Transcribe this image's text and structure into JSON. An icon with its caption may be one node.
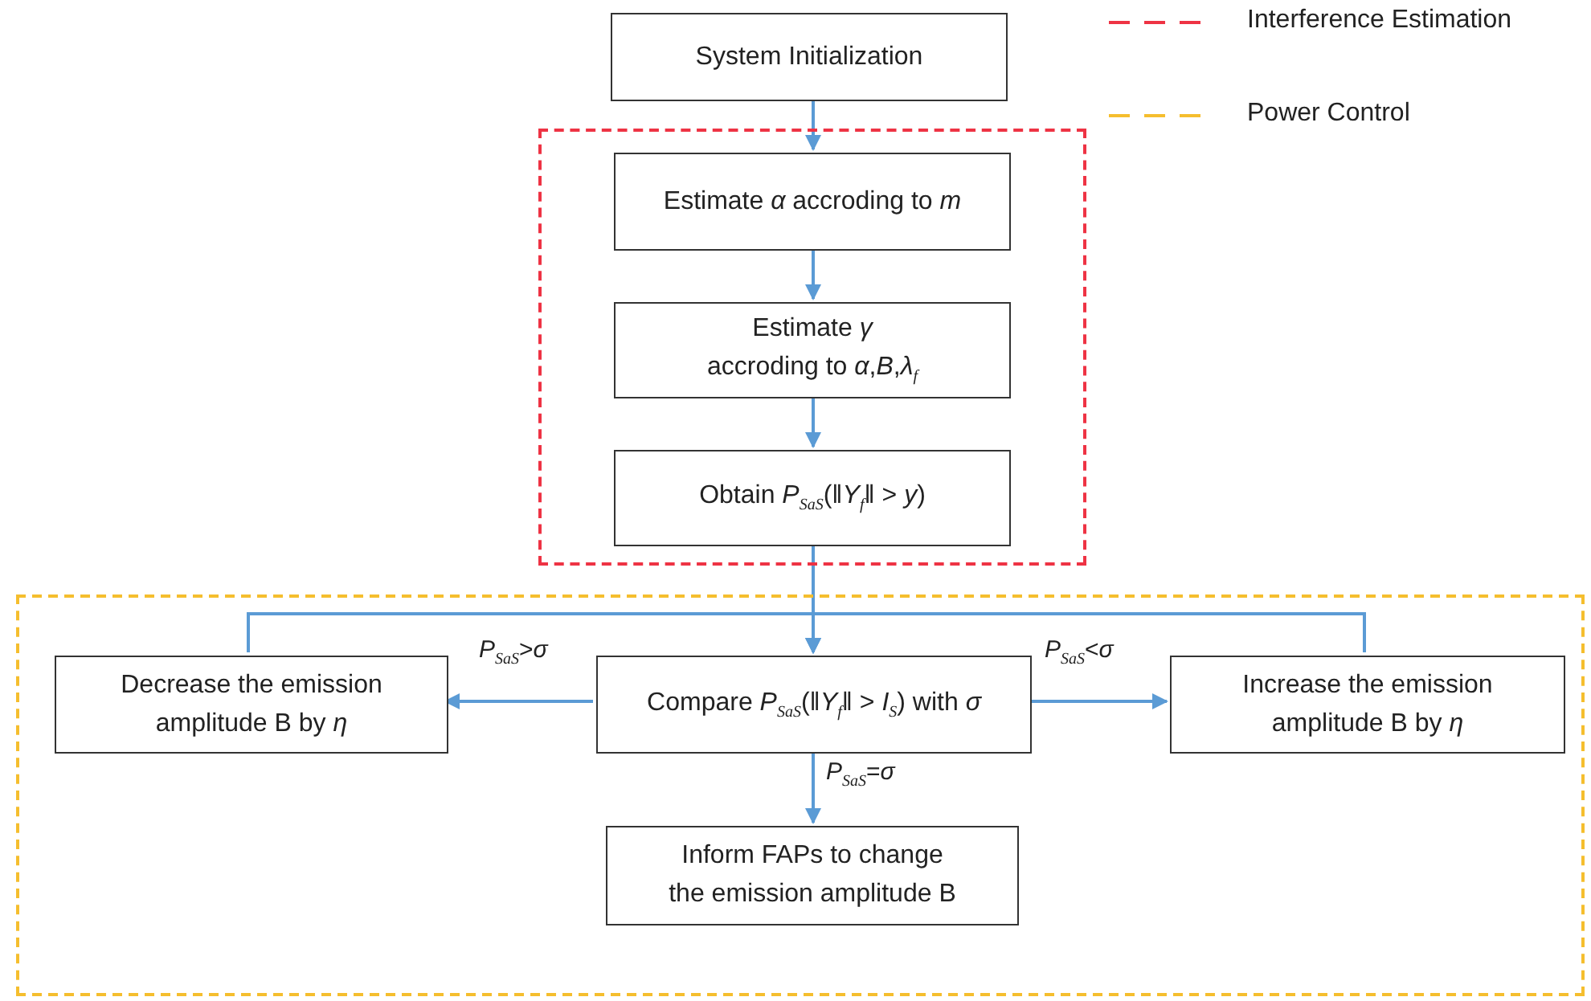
{
  "diagram": {
    "nodes": [
      {
        "text": [
          "System Initialization"
        ]
      },
      {
        "text": [],
        "shape": "box"
      },
      {
        "text": [
          "Estimate *α* accroding to *m*"
        ],
        "in": 1
      },
      {
        "text": [
          "Estimate *γ* accroding to *α*,*B*,*λ*$_{f}$"
        ],
        "in": 1
      },
      {
        "text": [
          "Obtain *P*$_{SaS}$(‖*Y*$_{f}$‖ > *y*)"
        ],
        "in": 1
      },
      {
        "text": [],
        "shape": "box"
      },
      {
        "text": [
          "Decrease the emission amplitude B by *η*"
        ],
        "in": 5
      },
      {
        "text": [
          "Compare *P*$_{SaS}$(‖*Y*$_{f}$‖ > *I*$_{S}$) with *σ*"
        ],
        "in": 5
      },
      {
        "text": [
          "Increase the emission amplitude B by *η*"
        ],
        "in": 5
      },
      {
        "text": [
          "Inform FAPs to change the emission amplitude B"
        ],
        "in": 5
      }
    ],
    "edges": [
      {
        "from": 0,
        "to": 2,
        "arrow": "to"
      },
      {
        "from": 2,
        "to": 3,
        "arrow": "to"
      },
      {
        "from": 3,
        "to": 4,
        "arrow": "to"
      },
      {
        "from": 4,
        "to": 7,
        "arrow": "to"
      },
      {
        "from": 7,
        "to": 6,
        "arrow": "to",
        "label": "*P*$_{SaS}$>*σ*"
      },
      {
        "from": 7,
        "to": 8,
        "arrow": "to",
        "label": "*P*$_{SaS}$<*σ*"
      },
      {
        "from": 7,
        "to": 9,
        "arrow": "to",
        "label": "*P*$_{SaS}$=*σ*"
      },
      {
        "from": 6,
        "to": 7,
        "arrow": "to"
      },
      {
        "from": 8,
        "to": 7,
        "arrow": "to"
      }
    ],
    "legend": [
      {
        "text": "Interference Estimation"
      },
      {
        "text": "Power Control"
      }
    ]
  }
}
